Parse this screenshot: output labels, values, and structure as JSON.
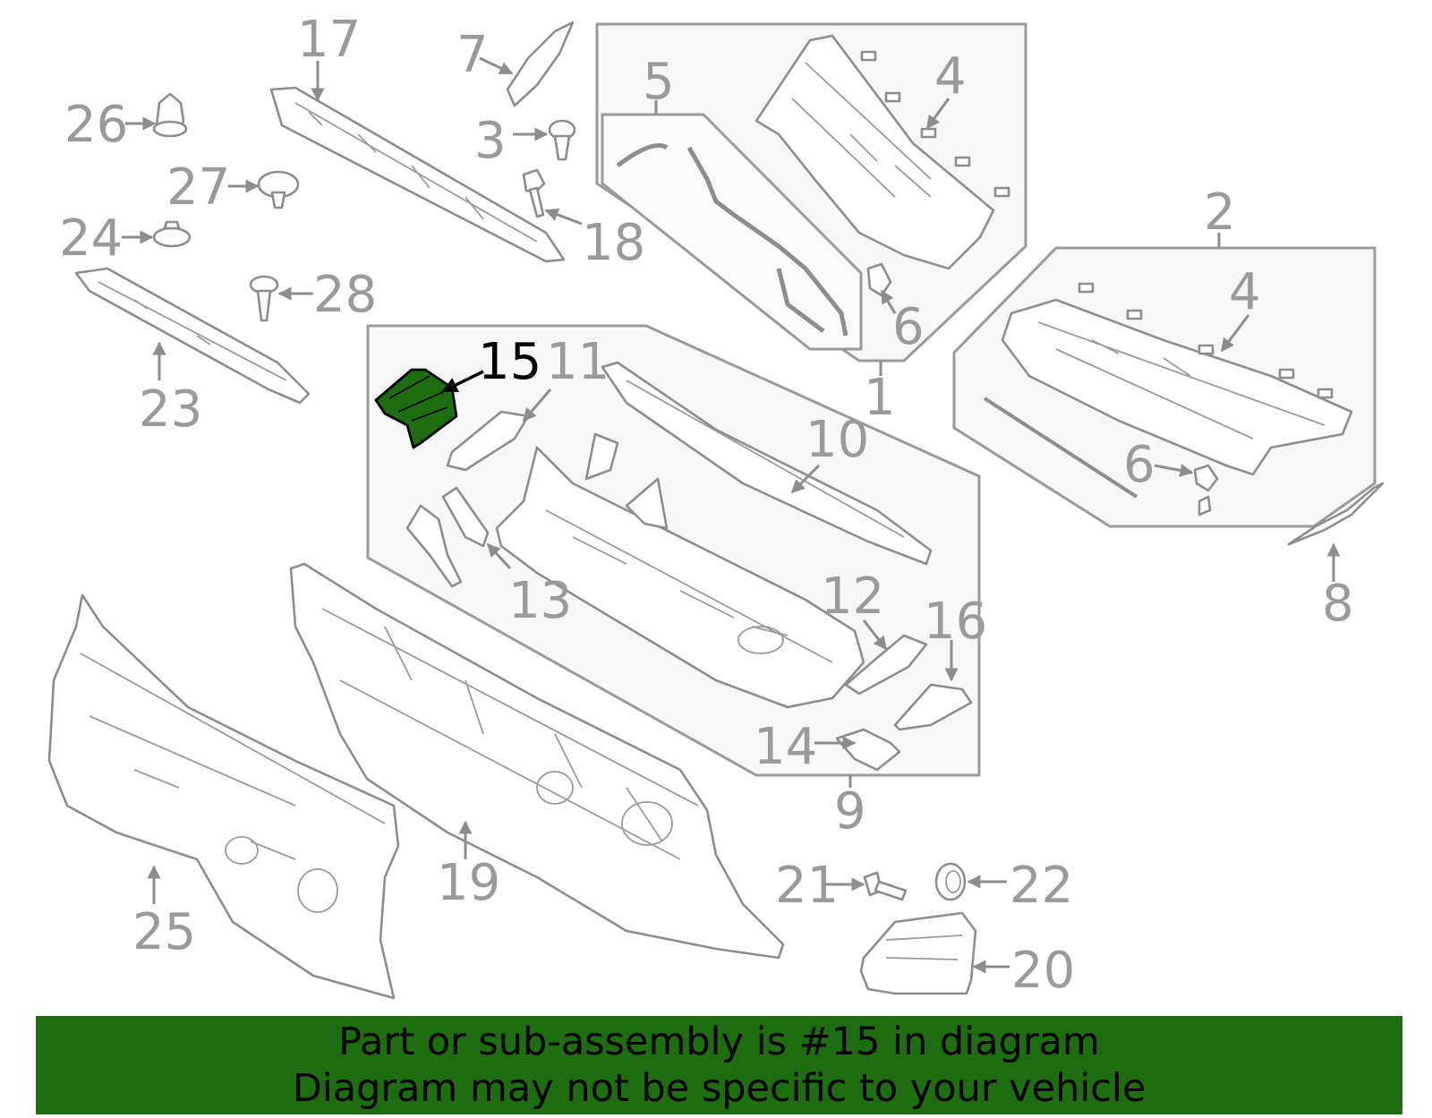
{
  "callouts": {
    "c1": "1",
    "c2": "2",
    "c3": "3",
    "c4a": "4",
    "c4b": "4",
    "c5": "5",
    "c6a": "6",
    "c6b": "6",
    "c7": "7",
    "c8": "8",
    "c9": "9",
    "c10": "10",
    "c11": "11",
    "c12": "12",
    "c13": "13",
    "c14": "14",
    "c15": "15",
    "c16": "16",
    "c17": "17",
    "c18": "18",
    "c19": "19",
    "c20": "20",
    "c21": "21",
    "c22": "22",
    "c23": "23",
    "c24": "24",
    "c25": "25",
    "c26": "26",
    "c27": "27",
    "c28": "28"
  },
  "highlighted_part": "15",
  "colors": {
    "highlight_part": "#1f6d11",
    "banner": "#1f6d11",
    "line": "#8d8d8d",
    "panel": "#f7f7f7"
  },
  "banner": {
    "line1": "Part or sub-assembly is #15 in diagram",
    "line2": "Diagram may not be specific to your vehicle"
  }
}
